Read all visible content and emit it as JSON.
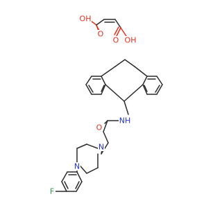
{
  "atoms": {
    "maleic_oh_1": {
      "label": "OH",
      "color": "#e1301d"
    },
    "maleic_o_1": {
      "label": "O",
      "color": "#e1301d"
    },
    "maleic_o_2": {
      "label": "O",
      "color": "#e1301d"
    },
    "maleic_oh_2": {
      "label": "OH",
      "color": "#e1301d"
    },
    "amide_o": {
      "label": "O",
      "color": "#e1301d"
    },
    "amide_nh": {
      "label": "NH",
      "color": "#2331d6"
    },
    "piperazine_n1": {
      "label": "N",
      "color": "#2331d6"
    },
    "piperazine_n2": {
      "label": "N",
      "color": "#2331d6"
    },
    "fluorine": {
      "label": "F",
      "color": "#2f9e44"
    }
  },
  "colors": {
    "bond": "#2b2b2b",
    "oxygen": "#e1301d",
    "nitrogen": "#2331d6",
    "fluorine": "#2f9e44"
  }
}
